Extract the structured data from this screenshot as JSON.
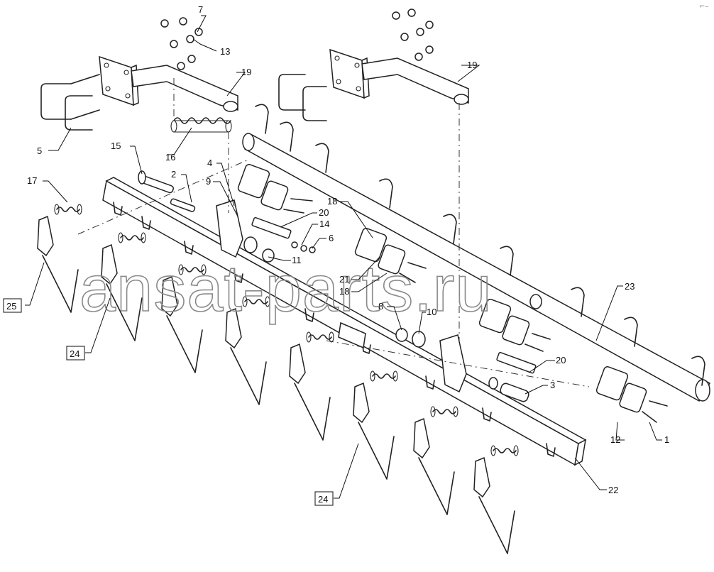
{
  "watermark": "ansat-parts.ru",
  "corner_mark": "⌐–",
  "callouts": [
    {
      "id": "c1",
      "text": "1"
    },
    {
      "id": "c2",
      "text": "2"
    },
    {
      "id": "c3",
      "text": "3"
    },
    {
      "id": "c4",
      "text": "4"
    },
    {
      "id": "c5",
      "text": "5"
    },
    {
      "id": "c6",
      "text": "6"
    },
    {
      "id": "c7",
      "text": "7"
    },
    {
      "id": "c8",
      "text": "8"
    },
    {
      "id": "c9",
      "text": "9"
    },
    {
      "id": "c10",
      "text": "10"
    },
    {
      "id": "c11",
      "text": "11"
    },
    {
      "id": "c12",
      "text": "12"
    },
    {
      "id": "c13",
      "text": "13"
    },
    {
      "id": "c14",
      "text": "14"
    },
    {
      "id": "c15",
      "text": "15"
    },
    {
      "id": "c16",
      "text": "16"
    },
    {
      "id": "c17",
      "text": "17"
    },
    {
      "id": "c18a",
      "text": "18"
    },
    {
      "id": "c18b",
      "text": "18"
    },
    {
      "id": "c19a",
      "text": "19"
    },
    {
      "id": "c19b",
      "text": "19"
    },
    {
      "id": "c20a",
      "text": "20"
    },
    {
      "id": "c20b",
      "text": "20"
    },
    {
      "id": "c21",
      "text": "21"
    },
    {
      "id": "c22",
      "text": "22"
    },
    {
      "id": "c23",
      "text": "23"
    }
  ],
  "boxed_callouts": [
    {
      "id": "b25",
      "text": "25"
    },
    {
      "id": "b24a",
      "text": "24"
    },
    {
      "id": "b24b",
      "text": "24"
    }
  ]
}
